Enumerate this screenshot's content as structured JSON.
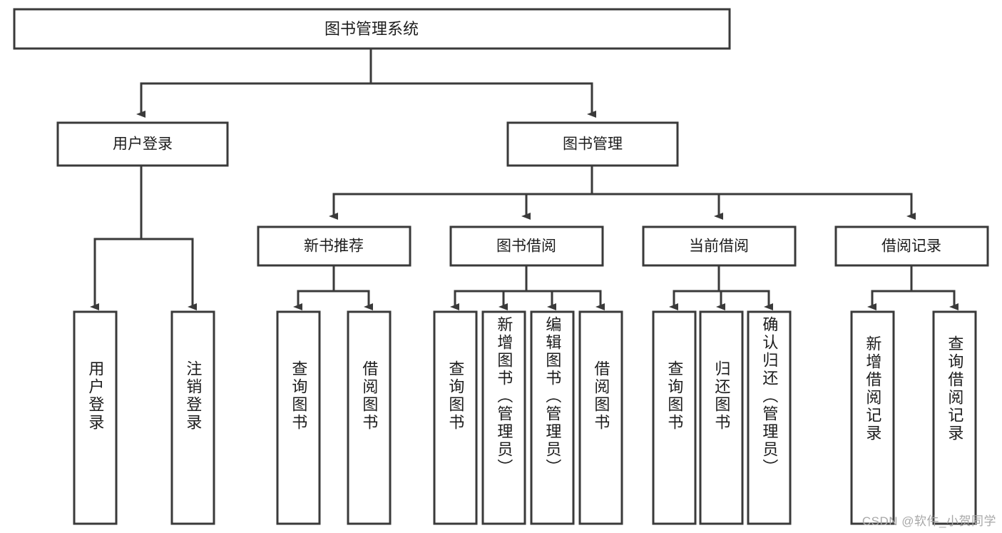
{
  "diagram": {
    "type": "tree-hierarchy-flowchart",
    "title": "图书管理系统",
    "orientation": "top-down",
    "colors": {
      "box_fill": "#ffffff",
      "box_stroke": "#3a3a3a",
      "text": "#1c1c1c",
      "background": "#ffffff",
      "watermark": "#a8a8a8"
    },
    "root": {
      "label": "图书管理系统"
    },
    "level2": [
      {
        "label": "用户登录"
      },
      {
        "label": "图书管理"
      }
    ],
    "level3": [
      {
        "label": "新书推荐"
      },
      {
        "label": "图书借阅"
      },
      {
        "label": "当前借阅"
      },
      {
        "label": "借阅记录"
      }
    ],
    "leaves": {
      "user_login": [
        {
          "label": "用户登录"
        },
        {
          "label": "注销登录"
        }
      ],
      "new_book_recommend": [
        {
          "label": "查询图书"
        },
        {
          "label": "借阅图书"
        }
      ],
      "book_borrow": [
        {
          "label": "查询图书"
        },
        {
          "label": "新增图书（管理员）"
        },
        {
          "label": "编辑图书（管理员）"
        },
        {
          "label": "借阅图书"
        }
      ],
      "current_borrow": [
        {
          "label": "查询图书"
        },
        {
          "label": "归还图书"
        },
        {
          "label": "确认归还（管理员）"
        }
      ],
      "borrow_record": [
        {
          "label": "新增借阅记录"
        },
        {
          "label": "查询借阅记录"
        }
      ]
    },
    "watermark": "CSDN @软件_小贺同学"
  }
}
